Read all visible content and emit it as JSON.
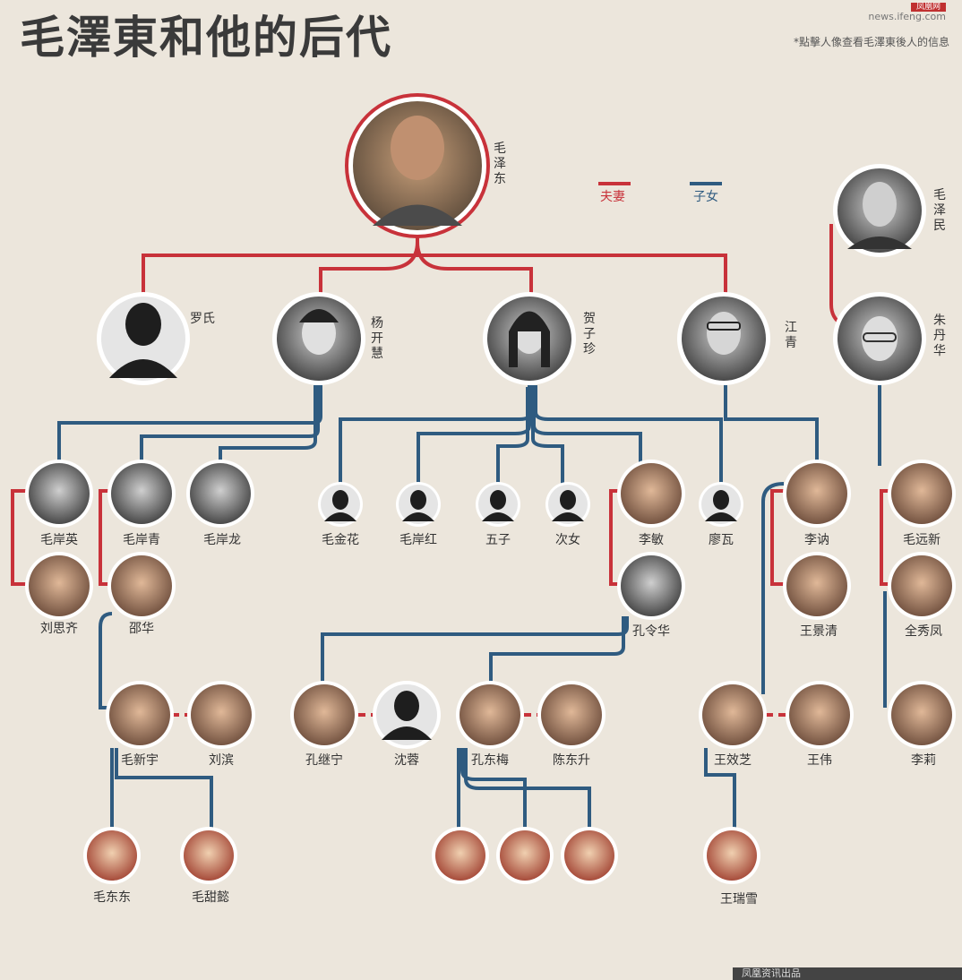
{
  "title": "毛澤東和他的后代",
  "note": "*點擊人像查看毛澤東後人的信息",
  "logo": {
    "brand": "凤凰网",
    "url": "news.ifeng.com"
  },
  "legend": {
    "spouse": "夫妻",
    "child": "子女"
  },
  "colors": {
    "spouse": "#c8323a",
    "child": "#2f5b80",
    "background": "#ece6dc"
  },
  "footer": "凤凰资讯出品",
  "people": {
    "mao_zedong": "毛泽东",
    "luo_shi": "罗氏",
    "yang_kaihui": "杨开慧",
    "he_zizhen": "贺子珍",
    "jiang_qing": "江青",
    "mao_zemin": "毛泽民",
    "zhu_danhua": "朱丹华",
    "mao_anying": "毛岸英",
    "mao_anqing": "毛岸青",
    "mao_anlong": "毛岸龙",
    "mao_jinhua": "毛金花",
    "mao_anhong": "毛岸红",
    "wuzi": "五子",
    "cinv": "次女",
    "li_min": "李敏",
    "liao_wa": "廖瓦",
    "li_na": "李讷",
    "mao_yuanxin": "毛远新",
    "liu_siqi": "刘思齐",
    "shao_hua": "邵华",
    "kong_linghua": "孔令华",
    "wang_jingqing": "王景清",
    "quan_xiufeng": "全秀凤",
    "mao_xinyu": "毛新宇",
    "liu_bin": "刘滨",
    "kong_jining": "孔继宁",
    "shen_rong": "沈蓉",
    "kong_dongmei": "孔东梅",
    "chen_dongsheng": "陈东升",
    "wang_xiaozhi": "王效芝",
    "wang_wei": "王伟",
    "li_li": "李莉",
    "mao_dongdong": "毛东东",
    "mao_tianyi": "毛甜懿",
    "wang_ruixue": "王瑞雪"
  }
}
